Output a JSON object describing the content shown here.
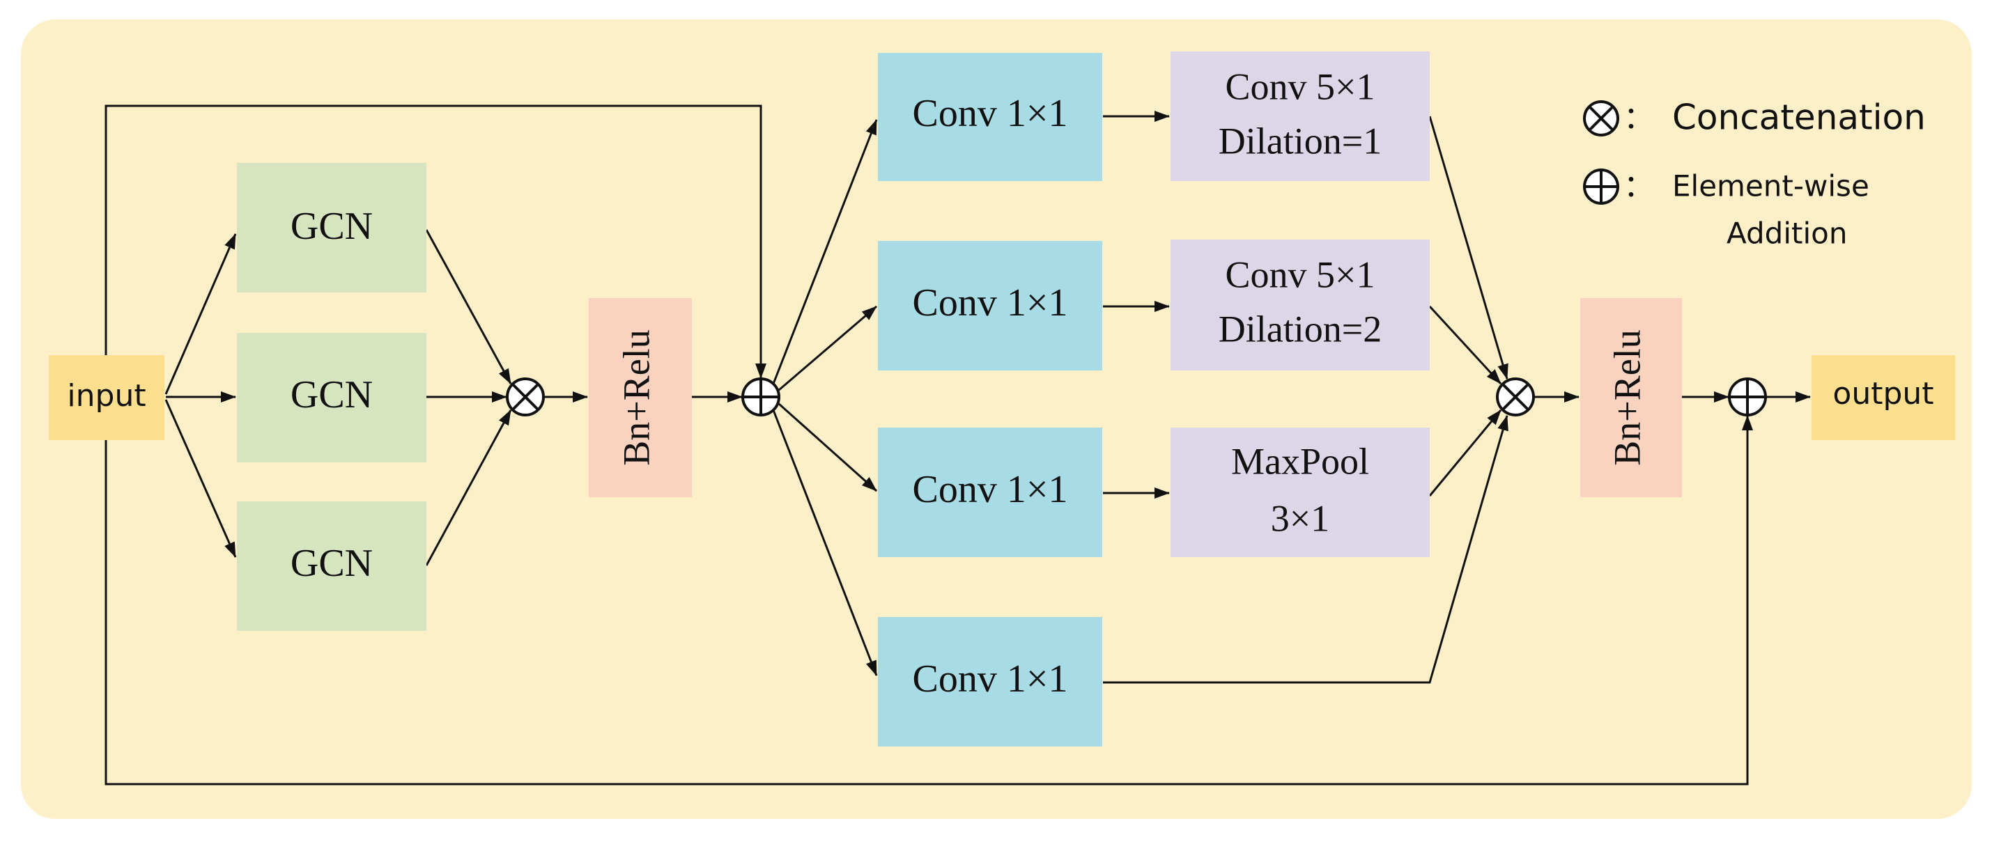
{
  "input_label": "input",
  "output_label": "output",
  "gcn_labels": [
    "GCN",
    "GCN",
    "GCN"
  ],
  "bn_relu_labels": [
    "Bn+Relu",
    "Bn+Relu"
  ],
  "conv1x1_labels": [
    "Conv 1×1",
    "Conv 1×1",
    "Conv 1×1",
    "Conv 1×1"
  ],
  "branch_ops": [
    {
      "line1": "Conv 5×1",
      "line2": "Dilation=1"
    },
    {
      "line1": "Conv 5×1",
      "line2": "Dilation=2"
    },
    {
      "line1": "MaxPool",
      "line2": "3×1"
    }
  ],
  "legend": {
    "concat_label": "Concatenation",
    "add_label_line1": "Element-wise",
    "add_label_line2": "Addition",
    "separator": "："
  },
  "colors": {
    "background": "#fdf0c8",
    "gcn": "#d6e4bf",
    "bn_relu": "#f9d3c0",
    "conv1x1": "#a7dbe5",
    "branch_op": "#dcd6e6",
    "io": "#fbde8e"
  }
}
